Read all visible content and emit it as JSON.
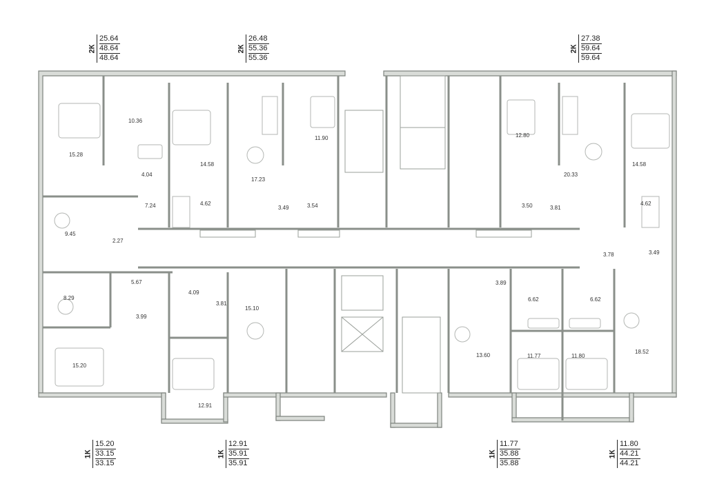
{
  "apartments_top": [
    {
      "type": "2К",
      "values": [
        "25.64",
        "48.64",
        "48.64"
      ]
    },
    {
      "type": "2К",
      "values": [
        "26.48",
        "55.36",
        "55.36"
      ]
    },
    {
      "type": "2К",
      "values": [
        "27.38",
        "59.64",
        "59.64"
      ]
    }
  ],
  "apartments_bottom": [
    {
      "type": "1К",
      "values": [
        "15.20",
        "33.15",
        "33.15"
      ]
    },
    {
      "type": "1К",
      "values": [
        "12.91",
        "35.91",
        "35.91"
      ]
    },
    {
      "type": "1К",
      "values": [
        "11.77",
        "35.88",
        "35.88"
      ]
    },
    {
      "type": "1К",
      "values": [
        "11.80",
        "44.21",
        "44.21"
      ]
    }
  ],
  "room_areas": [
    "10.36",
    "15.28",
    "4.04",
    "14.58",
    "4.62",
    "17.23",
    "11.90",
    "3.49",
    "3.54",
    "12.80",
    "20.33",
    "3.50",
    "3.81",
    "14.58",
    "4.62",
    "7.24",
    "9.45",
    "2.27",
    "3.78",
    "3.49",
    "5.67",
    "8.29",
    "3.99",
    "15.20",
    "4.09",
    "3.81",
    "15.10",
    "12.91",
    "3.89",
    "6.62",
    "6.62",
    "13.60",
    "11.77",
    "11.80",
    "18.52"
  ]
}
